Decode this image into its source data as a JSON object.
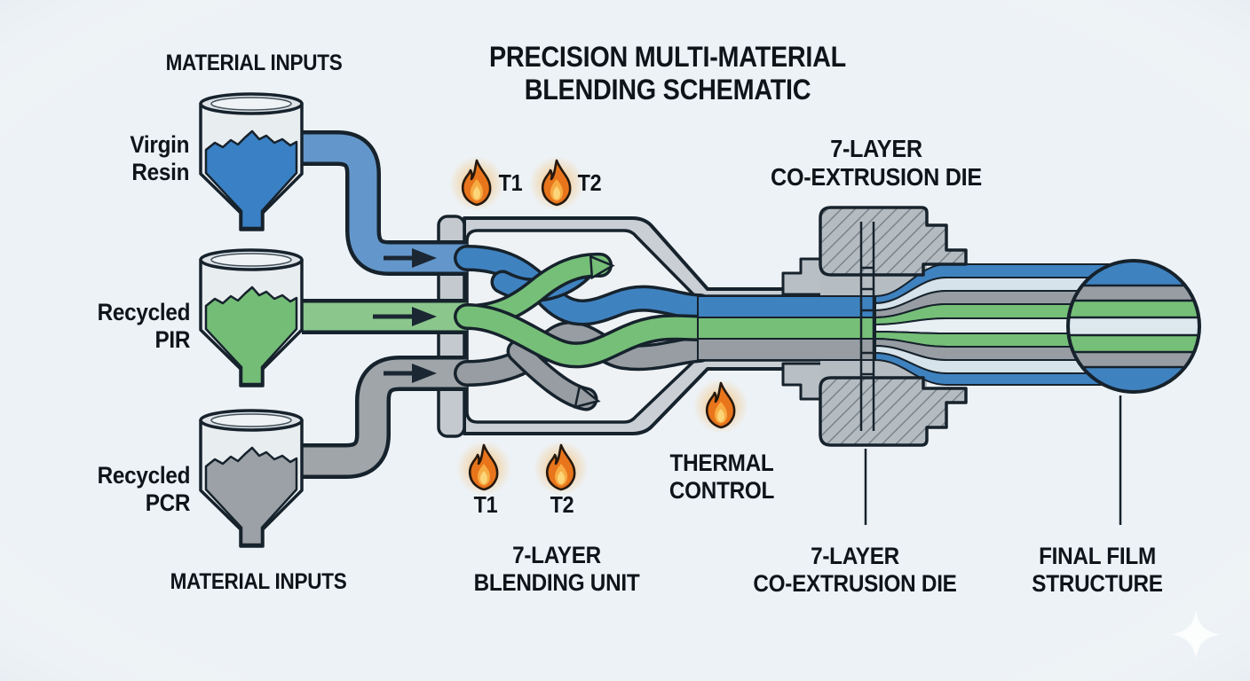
{
  "title": "PRECISION MULTI-MATERIAL\nBLENDING SCHEMATIC",
  "material_inputs": {
    "header_top": "MATERIAL INPUTS",
    "header_bottom": "MATERIAL INPUTS",
    "hoppers": [
      {
        "id": "virgin-resin",
        "label": "Virgin\nResin",
        "color": "#3a80c4"
      },
      {
        "id": "recycled-pir",
        "label": "Recycled\nPIR",
        "color": "#74bd77"
      },
      {
        "id": "recycled-pcr",
        "label": "Recycled\nPCR",
        "color": "#9ba1a6"
      }
    ]
  },
  "blending_unit": {
    "caption": "7-LAYER\nBLENDING UNIT",
    "temp_sensors_top": [
      "T1",
      "T2"
    ],
    "temp_sensors_bottom": [
      "T1",
      "T2"
    ]
  },
  "thermal_control": {
    "label": "THERMAL\nCONTROL"
  },
  "extrusion_die": {
    "label_top": "7-LAYER\nCO-EXTRUSION DIE",
    "label_bottom": "7-LAYER\nCO-EXTRUSION DIE"
  },
  "final_film": {
    "label": "FINAL FILM\nSTRUCTURE",
    "layer_colors": [
      "#3f82c0",
      "#979da2",
      "#76bf78",
      "#dce8ee",
      "#76bf78",
      "#979da2",
      "#3f82c0"
    ]
  },
  "stream_band_colors": [
    "#3f82c0",
    "#d7e3ea",
    "#979da2",
    "#76bf78",
    "#e9f0f4",
    "#76bf78",
    "#979da2",
    "#d7e3ea",
    "#3f82c0"
  ],
  "colors": {
    "background": "#edf2f6",
    "outline": "#16222c",
    "metal": "#c9cfd4",
    "flame_orange": "#e8751c",
    "flame_inner": "#f7ac43"
  }
}
